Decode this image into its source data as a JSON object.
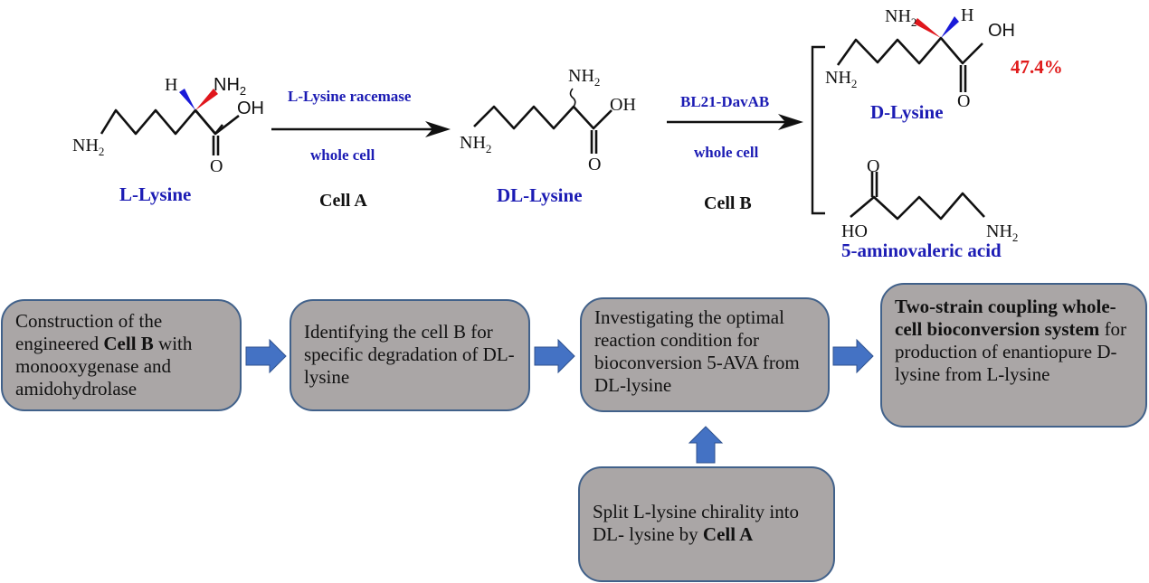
{
  "reaction": {
    "substrate": {
      "name": "L-Lysine",
      "labels": {
        "H": "H",
        "NH2": "NH",
        "OH": "OH",
        "O": "O",
        "NH2_tail": "NH"
      }
    },
    "step1": {
      "enzyme": "L-Lysine racemase",
      "mode": "whole cell",
      "cell": "Cell A"
    },
    "intermediate": {
      "name": "DL-Lysine",
      "labels": {
        "NH2": "NH",
        "OH": "OH",
        "O": "O",
        "NH2_tail": "NH"
      }
    },
    "step2": {
      "enzyme": "BL21-DavAB",
      "mode": "whole cell",
      "cell": "Cell B"
    },
    "product1": {
      "name": "D-Lysine",
      "yield": "47.4%",
      "labels": {
        "NH2": "NH",
        "H": "H",
        "OH": "OH",
        "O": "O",
        "NH2_tail": "NH"
      }
    },
    "product2": {
      "name": "5-aminovaleric acid",
      "labels": {
        "O": "O",
        "HO": "HO",
        "NH2": "NH"
      }
    },
    "subscript": "2",
    "colors": {
      "name_blue": "#1c1cb4",
      "yield_red": "#e01b1b",
      "wedge_red": "#e0161c",
      "wedge_blue": "#1a1ad8"
    }
  },
  "flow": {
    "box1": {
      "pre": "Construction of the engineered ",
      "bold": "Cell B",
      "post": " with monooxygenase and amidohydrolase"
    },
    "box2": {
      "text": "Identifying the cell B for specific degradation of DL-lysine"
    },
    "box3": {
      "text": "Investigating the optimal reaction condition for bioconversion 5-AVA from DL-lysine"
    },
    "box4": {
      "bold": "Two-strain coupling whole-cell bioconversion system",
      "post": " for production of enantiopure D-lysine from L-lysine"
    },
    "box5": {
      "pre": "Split L-lysine chirality into DL- lysine by ",
      "bold": "Cell A"
    },
    "colors": {
      "box_fill": "#aaa6a6",
      "box_border": "#41618a",
      "arrow": "#4472c4"
    }
  }
}
